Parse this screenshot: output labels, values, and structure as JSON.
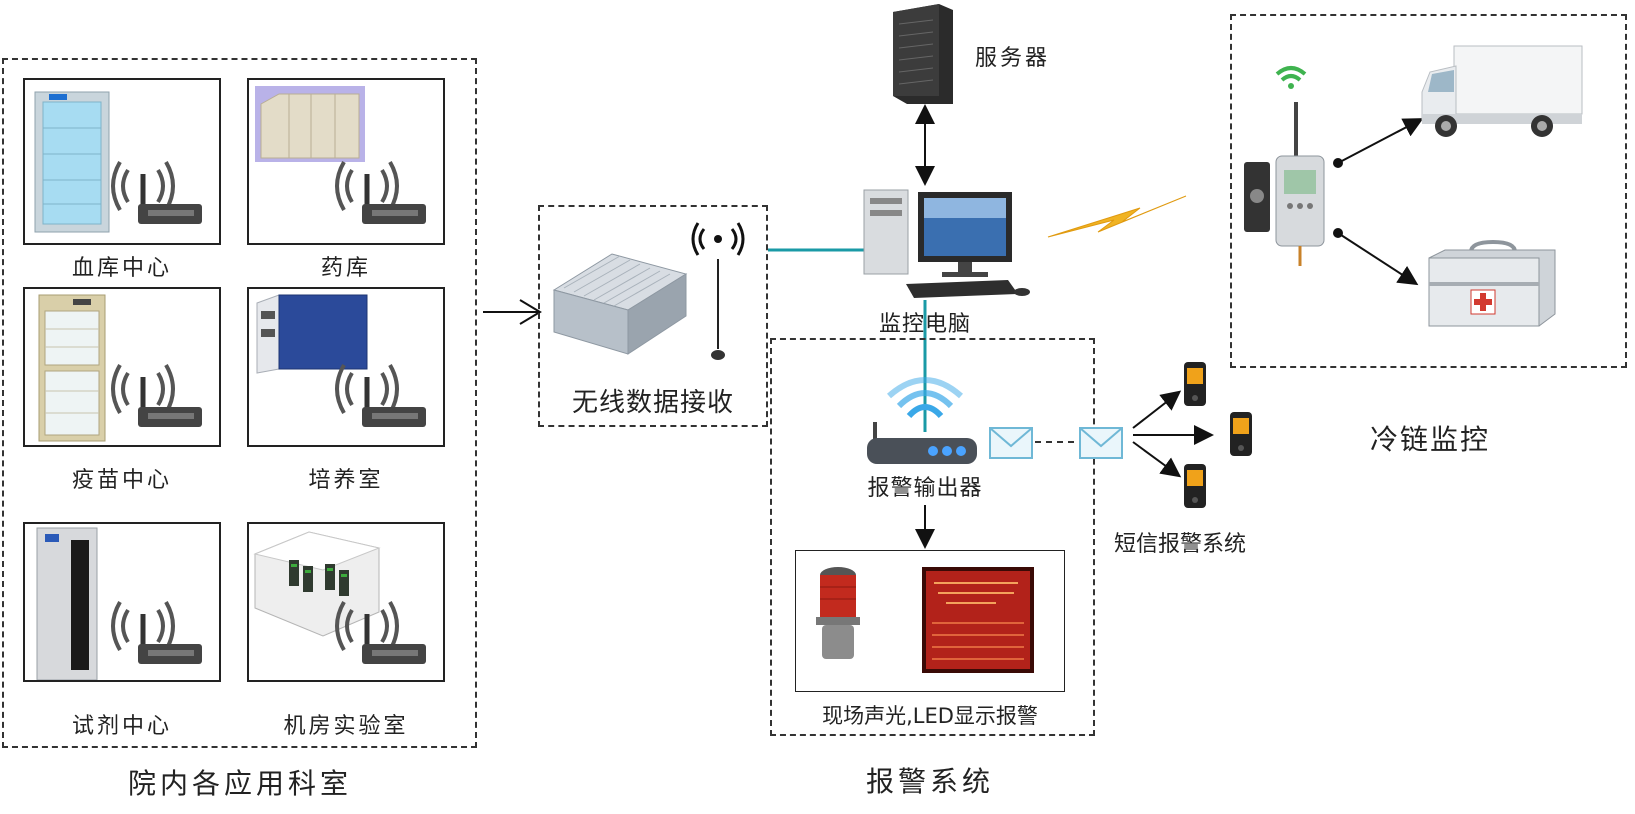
{
  "rooms": [
    {
      "label": "血库中心"
    },
    {
      "label": "药库"
    },
    {
      "label": "疫苗中心"
    },
    {
      "label": "培养室"
    },
    {
      "label": "试剂中心"
    },
    {
      "label": "机房实验室"
    }
  ],
  "groups": {
    "departments": "院内各应用科室",
    "alarm_system": "报警系统",
    "cold_chain": "冷链监控"
  },
  "nodes": {
    "receiver": "无线数据接收",
    "server": "服务器",
    "monitor_pc": "监控电脑",
    "alarm_output": "报警输出器",
    "onsite_alarm": "现场声光,LED显示报警",
    "sms_alarm": "短信报警系统"
  }
}
